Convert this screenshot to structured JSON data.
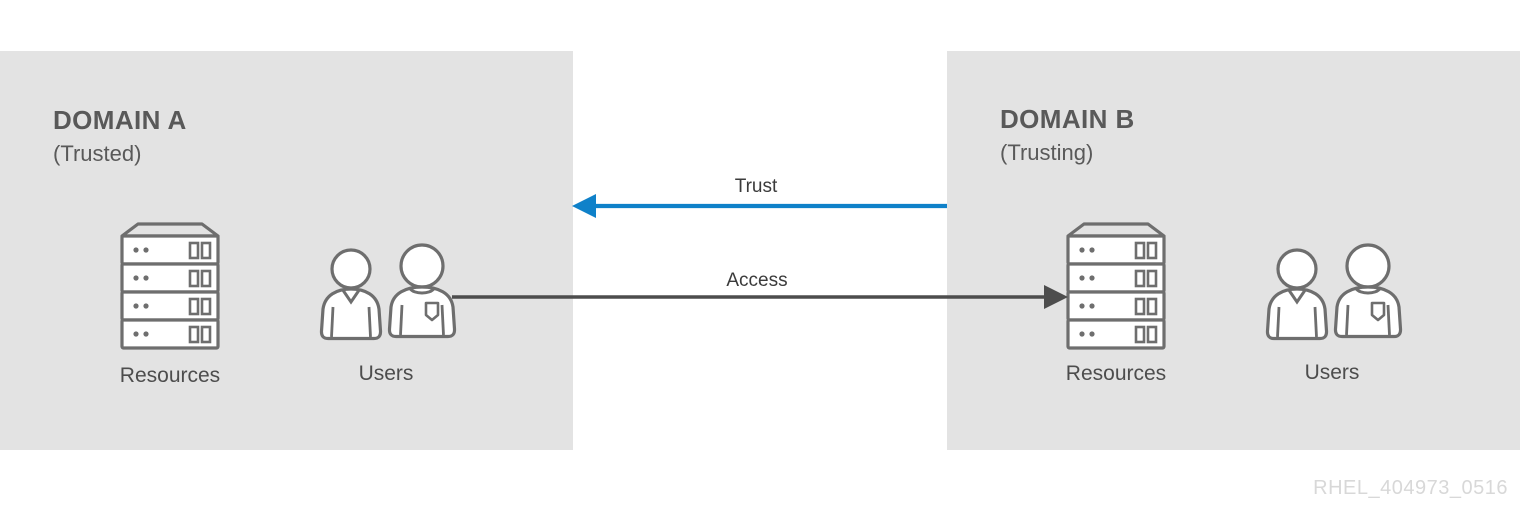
{
  "figure": {
    "watermark": "RHEL_404973_0516",
    "colors": {
      "panel_bg": "#e3e3e3",
      "page_bg": "#ffffff",
      "stroke_gray": "#6e6e6e",
      "text_gray": "#595959",
      "trust_arrow_blue": "#0f81c9",
      "access_arrow_gray": "#4d4d4d",
      "watermark_gray": "#d8d8d8"
    }
  },
  "domains": [
    {
      "id": "a",
      "title": "DOMAIN A",
      "subtitle": "(Trusted)",
      "resources_label": "Resources",
      "users_label": "Users",
      "resources_icon": "server-rack-icon",
      "users_icon": "users-pair-icon"
    },
    {
      "id": "b",
      "title": "DOMAIN B",
      "subtitle": "(Trusting)",
      "resources_label": "Resources",
      "users_label": "Users",
      "resources_icon": "server-rack-icon",
      "users_icon": "users-pair-icon"
    }
  ],
  "flows": [
    {
      "id": "trust",
      "label": "Trust",
      "direction": "right-to-left",
      "color": "#0f81c9",
      "from": "DOMAIN B",
      "to": "DOMAIN A"
    },
    {
      "id": "access",
      "label": "Access",
      "direction": "left-to-right",
      "color": "#4d4d4d",
      "from": "DOMAIN A Users",
      "to": "DOMAIN B Resources"
    }
  ]
}
